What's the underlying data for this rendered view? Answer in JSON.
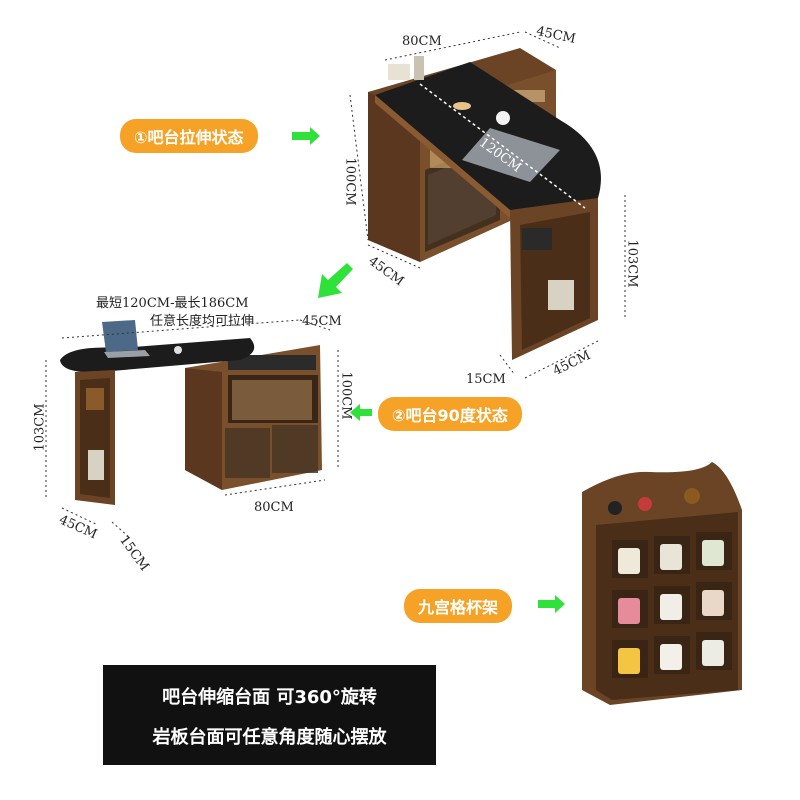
{
  "labels": {
    "stretch_state": "①吧台拉伸状态",
    "ninety_state": "②吧台90度状态",
    "cup_rack": "九宫格杯架"
  },
  "notes": {
    "length_range": "最短120CM-最长186CM",
    "adjustable": "任意长度均可拉伸"
  },
  "dimensions": {
    "top_width": "80CM",
    "top_depth": "45CM",
    "top_height": "100CM",
    "top_counter": "120CM",
    "top_left_depth": "45CM",
    "top_right_height": "103CM",
    "top_base_15": "15CM",
    "top_base_45": "45CM",
    "bottom_depth": "45CM",
    "bottom_height_right": "100CM",
    "bottom_height_left": "103CM",
    "bottom_width": "80CM",
    "bottom_base_45": "45CM",
    "bottom_base_15": "15CM"
  },
  "caption": {
    "line1": "吧台伸缩台面   可360°旋转",
    "line2": "岩板台面可任意角度随心摆放"
  },
  "colors": {
    "accent_orange": "#f6a227",
    "arrow_green": "#2fe23a",
    "wood": "#6b4426",
    "counter_black": "#1c1c1c"
  }
}
